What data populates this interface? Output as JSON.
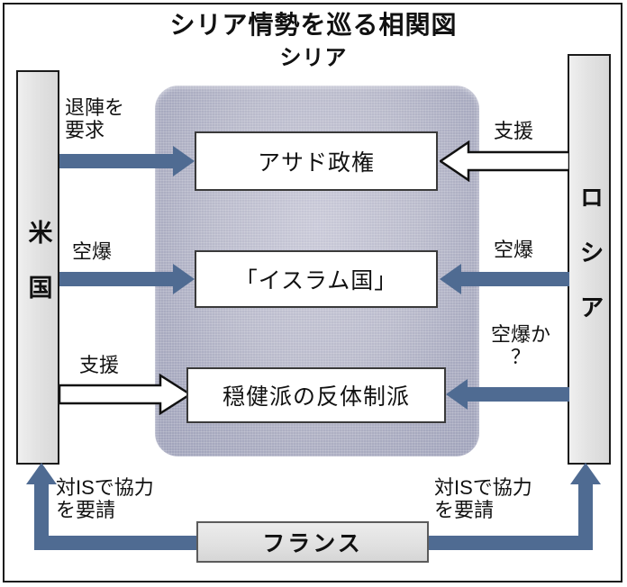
{
  "title": {
    "main": "シリア情勢を巡る相関図",
    "sub": "シリア"
  },
  "actors": {
    "us": "米国",
    "russia": "ロシア",
    "france": "フランス"
  },
  "groups": [
    {
      "id": "assad",
      "label": "アサド政権"
    },
    {
      "id": "is",
      "label": "「イスラム国」"
    },
    {
      "id": "moderate",
      "label": "穏健派の反体制派"
    }
  ],
  "relations": [
    {
      "id": "us-assad",
      "from": "米国",
      "to": "アサド政権",
      "label": "退陣を\n要求",
      "style": "solid",
      "direction": "right"
    },
    {
      "id": "ru-assad",
      "from": "ロシア",
      "to": "アサド政権",
      "label": "支援",
      "style": "hollow",
      "direction": "left"
    },
    {
      "id": "us-is",
      "from": "米国",
      "to": "「イスラム国」",
      "label": "空爆",
      "style": "solid",
      "direction": "right"
    },
    {
      "id": "ru-is",
      "from": "ロシア",
      "to": "「イスラム国」",
      "label": "空爆",
      "style": "solid",
      "direction": "left"
    },
    {
      "id": "us-moderate",
      "from": "米国",
      "to": "穏健派の反体制派",
      "label": "支援",
      "style": "hollow",
      "direction": "right"
    },
    {
      "id": "ru-moderate",
      "from": "ロシア",
      "to": "穏健派の反体制派",
      "label": "空爆か\n？",
      "style": "solid",
      "direction": "left"
    },
    {
      "id": "fr-us",
      "from": "フランス",
      "to": "米国",
      "label": "対ISで協力\nを要請",
      "style": "solid",
      "direction": "up"
    },
    {
      "id": "fr-ru",
      "from": "フランス",
      "to": "ロシア",
      "label": "対ISで協力\nを要請",
      "style": "solid",
      "direction": "up"
    }
  ],
  "labels": {
    "us_assad": "退陣を\n要求",
    "us_is": "空爆",
    "us_moderate": "支援",
    "ru_assad": "支援",
    "ru_is": "空爆",
    "ru_moderate": "空爆か\n？",
    "fr_left": "対ISで協力\nを要請",
    "fr_right": "対ISで協力\nを要請"
  },
  "colors": {
    "arrow_solid": "#4f6b92",
    "arrow_hollow_stroke": "#111111",
    "arrow_hollow_fill": "#ffffff",
    "syria_fill": "#b9bacb",
    "bar_fill": "#e5e5e5",
    "frame": "#1b1b1b"
  }
}
